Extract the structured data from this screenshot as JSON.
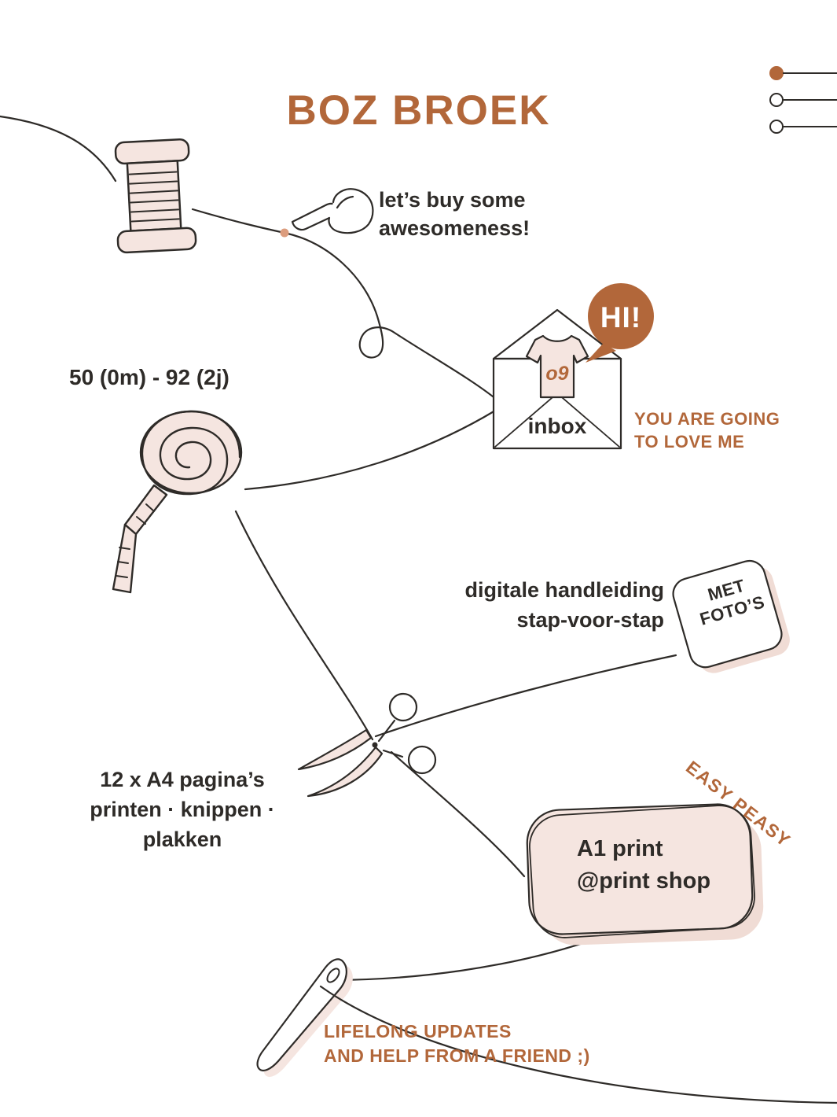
{
  "palette": {
    "accent": "#b2673a",
    "blush": "#f5e5e0",
    "ink": "#2e2b28",
    "thread_dot": "#dc9d7e",
    "background": "#ffffff"
  },
  "header": {
    "title": "BOZ BROEK"
  },
  "nav": {
    "steps": [
      {
        "state": "filled"
      },
      {
        "state": "outline"
      },
      {
        "state": "outline"
      }
    ]
  },
  "content": {
    "buy": {
      "line1": "let’s buy some",
      "line2": "awesomeness!"
    },
    "sizes": {
      "label": "50 (0m) - 92 (2j)"
    },
    "inbox": {
      "bubble": "HI!",
      "logo": "o9",
      "label": "inbox",
      "tagline1": "YOU ARE GOING",
      "tagline2": "TO LOVE ME"
    },
    "manual": {
      "line1": "digitale handleiding",
      "line2": "stap-voor-stap",
      "badge1": "MET",
      "badge2": "FOTO’S"
    },
    "pages": {
      "line1": "12 x A4 pagina’s",
      "line2": "printen · knippen · plakken"
    },
    "print": {
      "line1": "A1 print",
      "line2": "@print shop",
      "note": "EASY PEASY"
    },
    "support": {
      "line1": "LIFELONG UPDATES",
      "line2": "AND HELP FROM A FRIEND ;)"
    }
  },
  "icons": {
    "thread-spool-icon": "spool of thread",
    "pointing-hand-icon": "hand pointing at thread",
    "envelope-icon": "open envelope with baby shirt",
    "speech-bubble-icon": "round speech bubble",
    "measuring-tape-icon": "rolled measuring tape",
    "scissors-icon": "open scissors",
    "met-fotos-badge-icon": "tilted square sticker",
    "print-box-icon": "rounded rectangle print card",
    "needle-icon": "sewing needle with thread",
    "thread-line-icon": "continuous winding thread"
  }
}
